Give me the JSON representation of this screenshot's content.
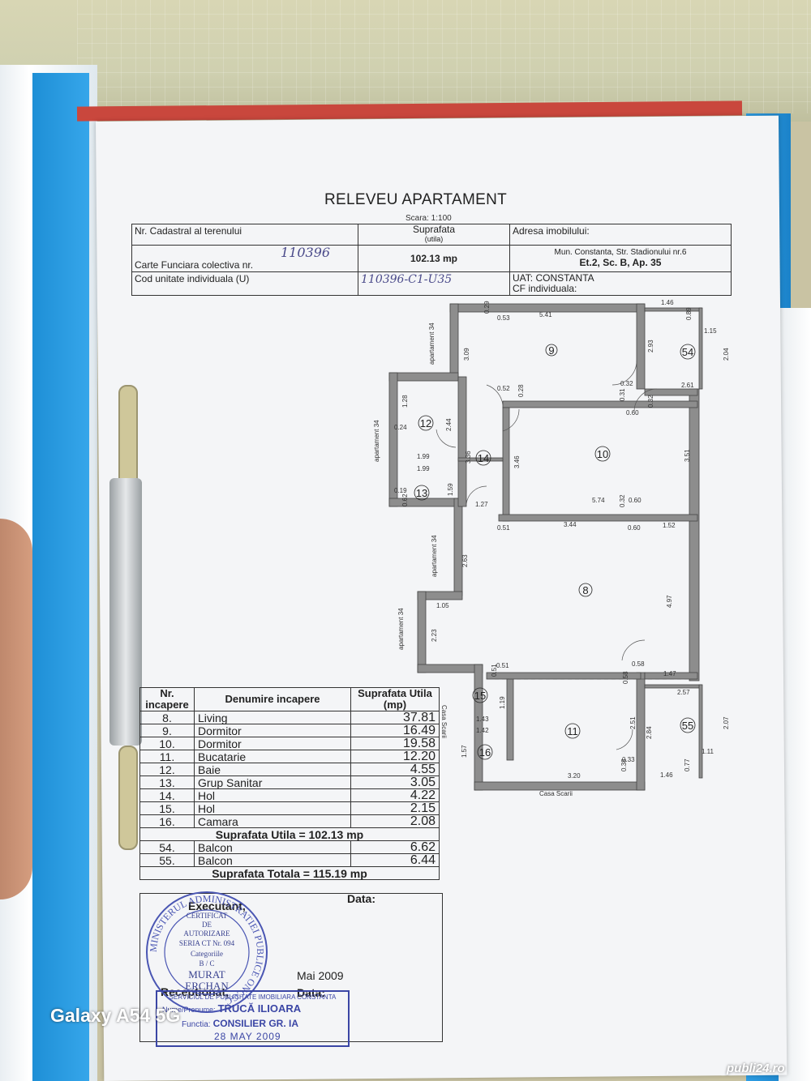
{
  "document": {
    "title": "RELEVEU APARTAMENT",
    "scale": "Scara: 1:100"
  },
  "header": {
    "row1_left": "Nr. Cadastral al terenului",
    "row1_mid": "Suprafata",
    "row1_mid_sub": "(utila)",
    "row1_right": "Adresa imobilului:",
    "row2_left": "Carte Funciara colectiva nr.",
    "row2_mid_value": "102.13 mp",
    "row2_right_1": "Mun. Constanta, Str. Stadionului nr.6",
    "row2_right_2": "Et.2, Sc. B, Ap. 35",
    "row3_left": "Cod unitate individuala (U)",
    "row3_right_1": "UAT: CONSTANTA",
    "row3_right_2": "CF individuala:",
    "handwritten_1": "110396",
    "handwritten_2": "110396-C1-U35"
  },
  "plan": {
    "apartment_labels": [
      "apartament 34",
      "apartament 34",
      "apartament 34",
      "apartament 34"
    ],
    "stair_labels": [
      "Casa Scarii",
      "Casa Scarii"
    ],
    "room_numbers": [
      "9",
      "54",
      "12",
      "14",
      "10",
      "13",
      "8",
      "15",
      "11",
      "16",
      "55"
    ],
    "dimensions": [
      "0.29",
      "0.53",
      "5.41",
      "1.46",
      "0.89",
      "1.15",
      "3.09",
      "2.93",
      "2.04",
      "0.52",
      "0.28",
      "0.32",
      "0.31",
      "2.61",
      "0.32",
      "0.60",
      "1.28",
      "2.44",
      "0.24",
      "1.99",
      "1.99",
      "3.36",
      "3.46",
      "3.51",
      "0.19",
      "0.62",
      "1.59",
      "1.27",
      "5.74",
      "0.32",
      "0.60",
      "0.51",
      "3.44",
      "0.60",
      "1.52",
      "2.63",
      "1.05",
      "2.23",
      "4.97",
      "0.51",
      "0.51",
      "0.58",
      "0.58",
      "1.47",
      "1.19",
      "1.43",
      "1.42",
      "2.57",
      "2.07",
      "1.57",
      "2.51",
      "2.84",
      "1.11",
      "0.38",
      "0.33",
      "3.20",
      "1.46",
      "0.77"
    ]
  },
  "rooms_table": {
    "col_nr": "Nr. incapere",
    "col_name": "Denumire incapere",
    "col_area": "Suprafata Utila (mp)",
    "rows": [
      {
        "nr": "8.",
        "name": "Living",
        "area": "37.81"
      },
      {
        "nr": "9.",
        "name": "Dormitor",
        "area": "16.49"
      },
      {
        "nr": "10.",
        "name": "Dormitor",
        "area": "19.58"
      },
      {
        "nr": "11.",
        "name": "Bucatarie",
        "area": "12.20"
      },
      {
        "nr": "12.",
        "name": "Baie",
        "area": "4.55"
      },
      {
        "nr": "13.",
        "name": "Grup Sanitar",
        "area": "3.05"
      },
      {
        "nr": "14.",
        "name": "Hol",
        "area": "4.22"
      },
      {
        "nr": "15.",
        "name": "Hol",
        "area": "2.15"
      },
      {
        "nr": "16.",
        "name": "Camara",
        "area": "2.08"
      }
    ],
    "subtotal": "Suprafata Utila = 102.13 mp",
    "balconies": [
      {
        "nr": "54.",
        "name": "Balcon",
        "area": "6.62"
      },
      {
        "nr": "55.",
        "name": "Balcon",
        "area": "6.44"
      }
    ],
    "total": "Suprafata Totala = 115.19 mp"
  },
  "signatures": {
    "executant": "Executant,",
    "data1": "Data:",
    "date_value": "Mai 2009",
    "receptionat": "Receptionat,",
    "data2": "Data:"
  },
  "stamp": {
    "ring_text": "MINISTERUL ADMINISTRATIEI PUBLICE ONCGC",
    "line1": "CERTIFICAT",
    "line2": "DE",
    "line3": "AUTORIZARE",
    "line4": "SERIA CT Nr. 094",
    "line5": "Categoriile",
    "line6": "B / C",
    "line7": "MURAT",
    "line8": "ERCHAN"
  },
  "stamp2": {
    "line1": "SERVICIUL DE PUBLICITATE IMOBILIARA CONSTANTA",
    "name_label": "Nume/Prenume:",
    "name": "TRUCĂ ILIOARA",
    "role_label": "Functia:",
    "role": "CONSILIER GR. IA",
    "date": "28 MAY 2009"
  },
  "overlay": {
    "watermark": "Galaxy A54 5G",
    "site_logo": "publi24.ro"
  },
  "colors": {
    "folder_blue": "#1e8fd6",
    "wall_gray": "#8a8a8a",
    "ink_blue": "#3b46a5"
  }
}
